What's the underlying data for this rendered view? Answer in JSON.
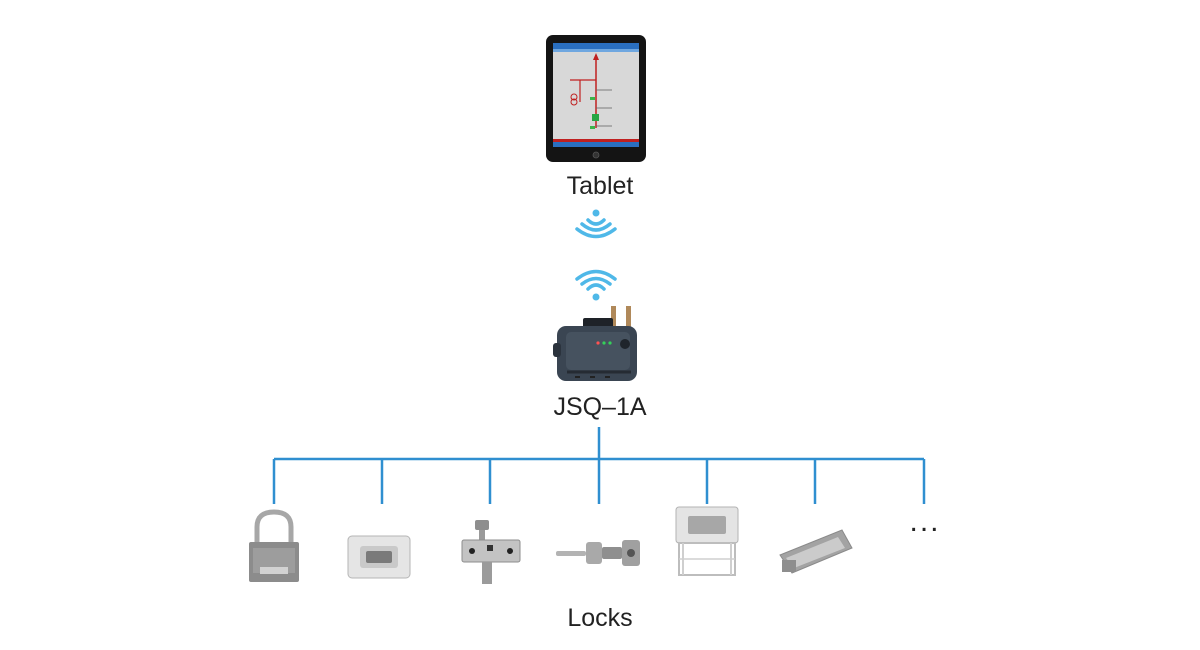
{
  "nodes": {
    "tablet": {
      "label": "Tablet"
    },
    "hub": {
      "label": "JSQ–1A"
    },
    "locks": {
      "label": "Locks",
      "more": "..."
    }
  },
  "colors": {
    "connector": "#2f8fd0",
    "signal": "#4fb8e8",
    "device_dark": "#3a4552"
  }
}
